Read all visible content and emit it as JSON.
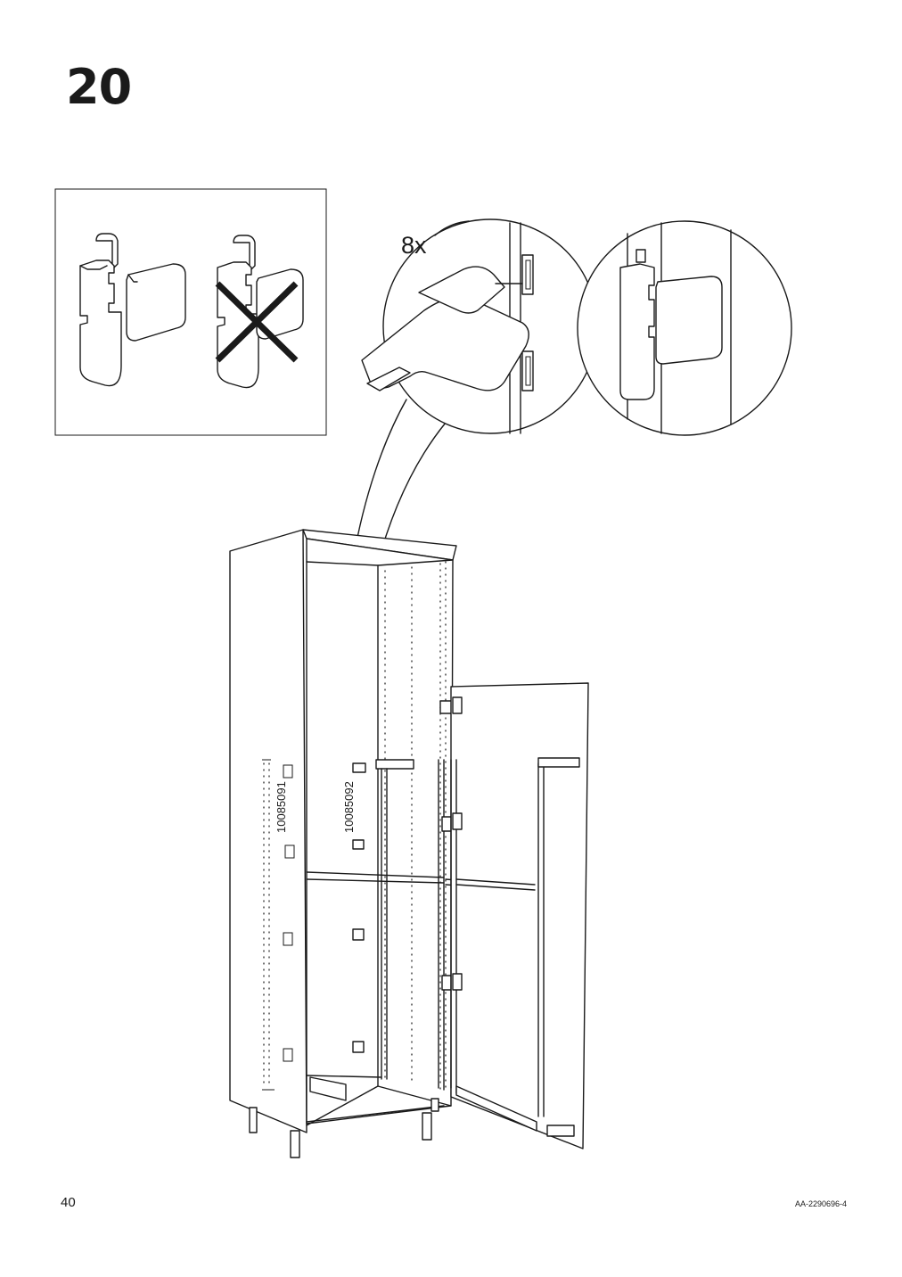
{
  "step": {
    "number": "20"
  },
  "callout": {
    "quantity": "8x"
  },
  "part_labels": {
    "left_panel": "10085091",
    "center": "10085092"
  },
  "footer": {
    "page_number": "40",
    "doc_code": "AA-2290696-4"
  }
}
